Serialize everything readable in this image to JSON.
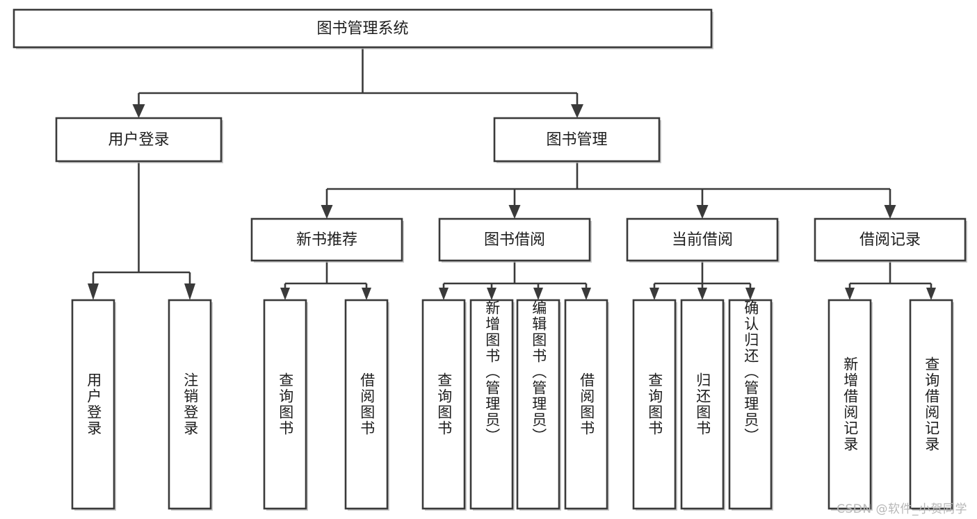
{
  "diagram": {
    "type": "tree-hierarchy-chart",
    "title_node": {
      "label": "图书管理系统"
    },
    "level2": [
      {
        "id": "user-login",
        "label": "用户登录"
      },
      {
        "id": "book-management",
        "label": "图书管理"
      }
    ],
    "level3": [
      {
        "id": "new-book-recommend",
        "label": "新书推荐",
        "parent": "book-management"
      },
      {
        "id": "book-borrow",
        "label": "图书借阅",
        "parent": "book-management"
      },
      {
        "id": "current-borrow",
        "label": "当前借阅",
        "parent": "book-management"
      },
      {
        "id": "borrow-record",
        "label": "借阅记录",
        "parent": "book-management"
      }
    ],
    "leaves": {
      "user-login": [
        {
          "id": "leaf-user-login",
          "label": "用户登录"
        },
        {
          "id": "leaf-logout-login",
          "label": "注销登录"
        }
      ],
      "new-book-recommend": [
        {
          "id": "leaf-query-book-1",
          "label": "查询图书"
        },
        {
          "id": "leaf-borrow-book-1",
          "label": "借阅图书"
        }
      ],
      "book-borrow": [
        {
          "id": "leaf-query-book-2",
          "label": "查询图书"
        },
        {
          "id": "leaf-add-book",
          "label": "新增图书（管理员）"
        },
        {
          "id": "leaf-edit-book",
          "label": "编辑图书（管理员）"
        },
        {
          "id": "leaf-borrow-book-2",
          "label": "借阅图书"
        }
      ],
      "current-borrow": [
        {
          "id": "leaf-query-book-3",
          "label": "查询图书"
        },
        {
          "id": "leaf-return-book",
          "label": "归还图书"
        },
        {
          "id": "leaf-confirm-return",
          "label": "确认归还（管理员）"
        }
      ],
      "borrow-record": [
        {
          "id": "leaf-add-record",
          "label": "新增借阅记录"
        },
        {
          "id": "leaf-query-record",
          "label": "查询借阅记录"
        }
      ]
    },
    "colors": {
      "stroke": "#3a3a3a",
      "fill": "#ffffff",
      "text": "#1d1d1d",
      "watermark": "#b7b7b7",
      "background": "#ffffff"
    }
  },
  "watermark": {
    "text": "CSDN @软件_小贺同学"
  }
}
